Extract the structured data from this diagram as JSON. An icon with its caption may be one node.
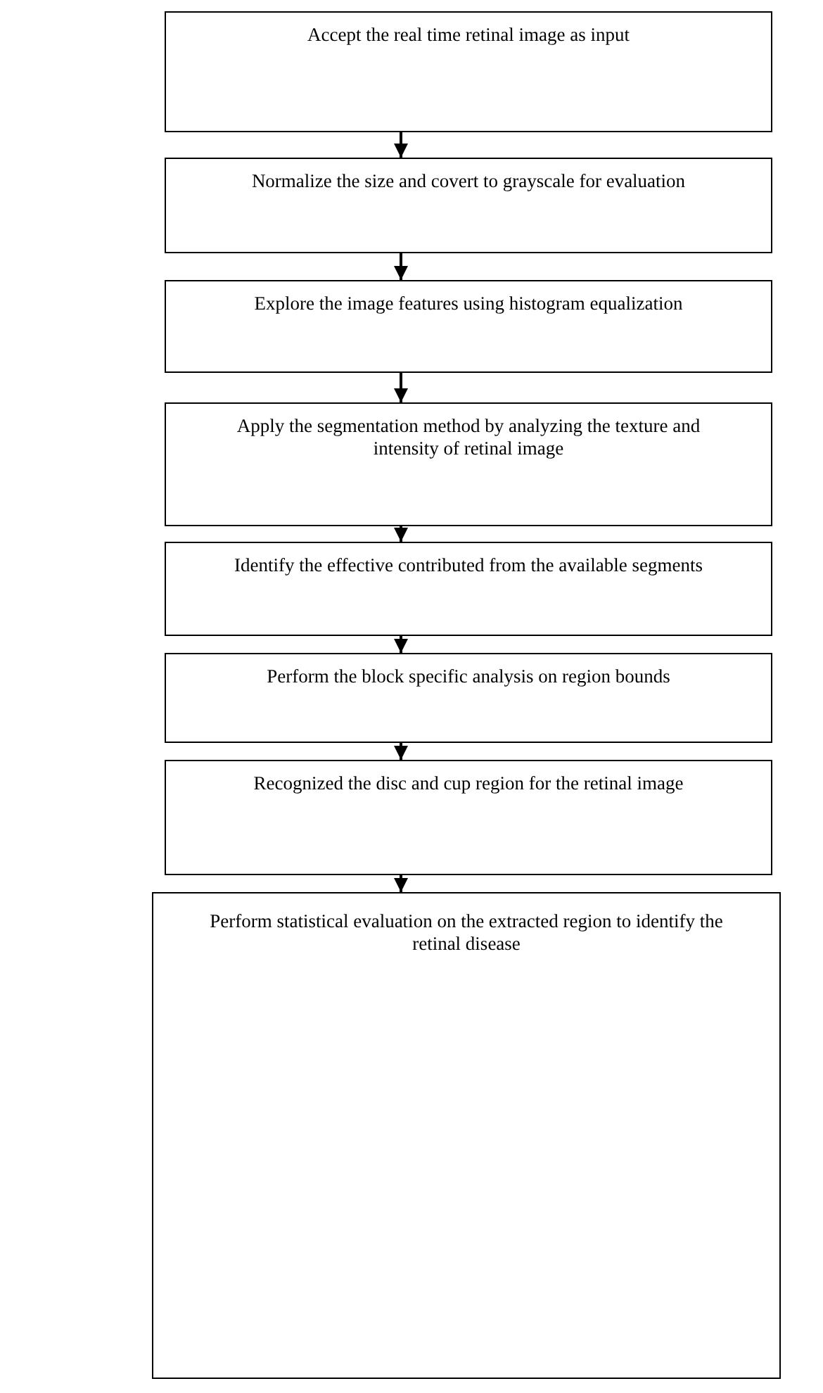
{
  "diagram": {
    "nodes": [
      {
        "text": [
          "Accept the real time retinal image as input"
        ]
      },
      {
        "text": [
          "Normalize the size and covert to grayscale for evaluation"
        ]
      },
      {
        "text": [
          "Explore the image features using histogram equalization"
        ]
      },
      {
        "text": [
          "Apply the segmentation method by analyzing the texture and intensity of retinal image"
        ]
      },
      {
        "text": [
          "Identify the effective contributed from the available segments"
        ]
      },
      {
        "text": [
          "Perform the block specific analysis on region bounds"
        ]
      },
      {
        "text": [
          "Recognized the disc and cup region for the retinal image"
        ]
      },
      {
        "text": [
          "Perform statistical evaluation on the extracted region to identify the retinal disease"
        ]
      }
    ],
    "edges": [
      {
        "from": 0,
        "to": 1,
        "arrow": "to"
      },
      {
        "from": 1,
        "to": 2,
        "arrow": "to"
      },
      {
        "from": 2,
        "to": 3,
        "arrow": "to"
      },
      {
        "from": 3,
        "to": 4,
        "arrow": "to"
      },
      {
        "from": 4,
        "to": 5,
        "arrow": "to"
      },
      {
        "from": 5,
        "to": 6,
        "arrow": "to"
      },
      {
        "from": 6,
        "to": 7,
        "arrow": "to"
      }
    ]
  }
}
